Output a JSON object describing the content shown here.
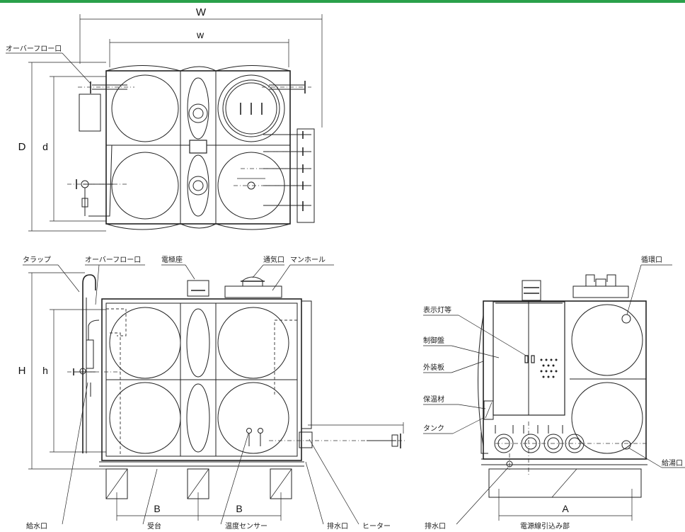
{
  "dimensions": {
    "W": "W",
    "w": "w",
    "D": "D",
    "d": "d",
    "H": "H",
    "h": "h",
    "B": "B",
    "A": "A"
  },
  "top_view": {
    "overflow_label": "オーバーフロー口"
  },
  "front_view": {
    "labels": {
      "trap": "タラップ",
      "overflow": "オーバーフロー口",
      "electrode_seat": "電極座",
      "vent": "通気口",
      "manhole": "マンホール",
      "water_inlet": "給水口",
      "base": "受台",
      "temp_sensor": "温度センサー",
      "drain": "排水口",
      "heater": "ヒーター"
    }
  },
  "side_view": {
    "labels": {
      "circulation_port": "循環口",
      "indicator_lamp": "表示灯等",
      "control_panel": "制御盤",
      "outer_panel": "外装板",
      "insulation": "保温材",
      "tank": "タンク",
      "hot_water_outlet": "給湯口",
      "drain": "排水口",
      "power_cable_entry": "電源線引込み部"
    }
  },
  "colors": {
    "accent_bar": "#2aa04a",
    "line": "#222222"
  }
}
